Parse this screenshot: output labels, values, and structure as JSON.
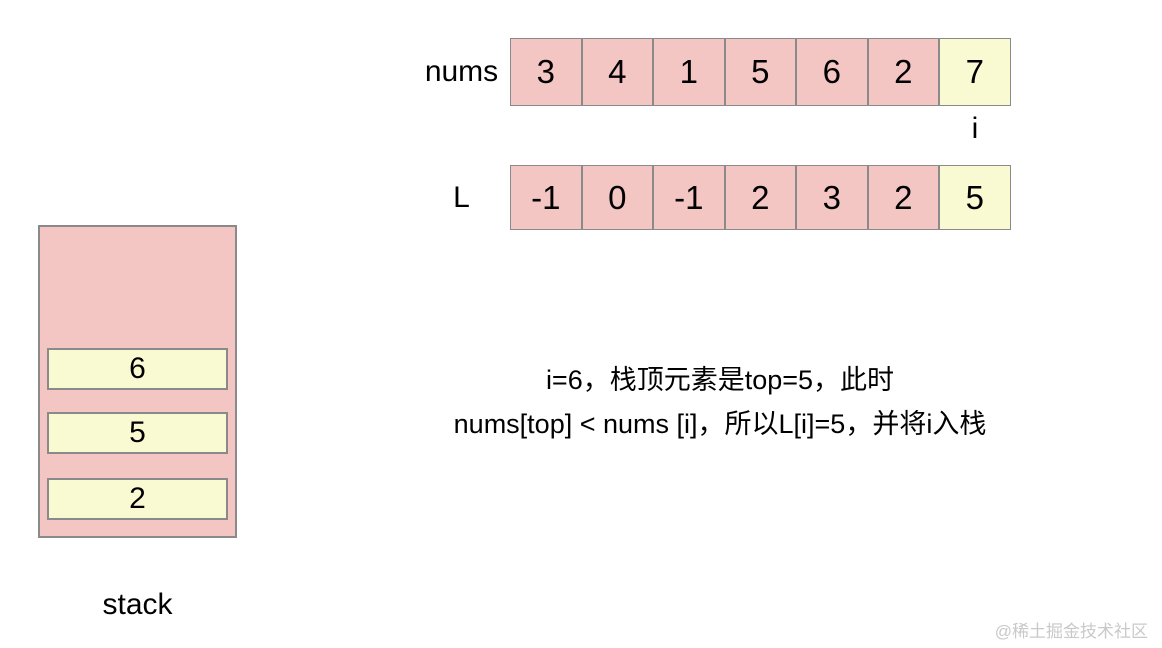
{
  "arrays": {
    "nums": {
      "label": "nums",
      "values": [
        "3",
        "4",
        "1",
        "5",
        "6",
        "2",
        "7"
      ],
      "highlighted_index": 6,
      "pointer_label": "i"
    },
    "l": {
      "label": "L",
      "values": [
        "-1",
        "0",
        "-1",
        "2",
        "3",
        "2",
        "5"
      ],
      "highlighted_index": 6
    }
  },
  "stack": {
    "label": "stack",
    "items_top_to_bottom": [
      "6",
      "5",
      "2"
    ]
  },
  "caption": {
    "line1": "i=6，栈顶元素是top=5，此时",
    "line2": "nums[top] < nums [i]，所以L[i]=5，并将i入栈"
  },
  "watermark": "@稀土掘金技术社区",
  "colors": {
    "pink": "#f3c5c3",
    "yellow": "#fafad2",
    "border": "#8a8a8a",
    "watermark": "#c9c9c9"
  }
}
